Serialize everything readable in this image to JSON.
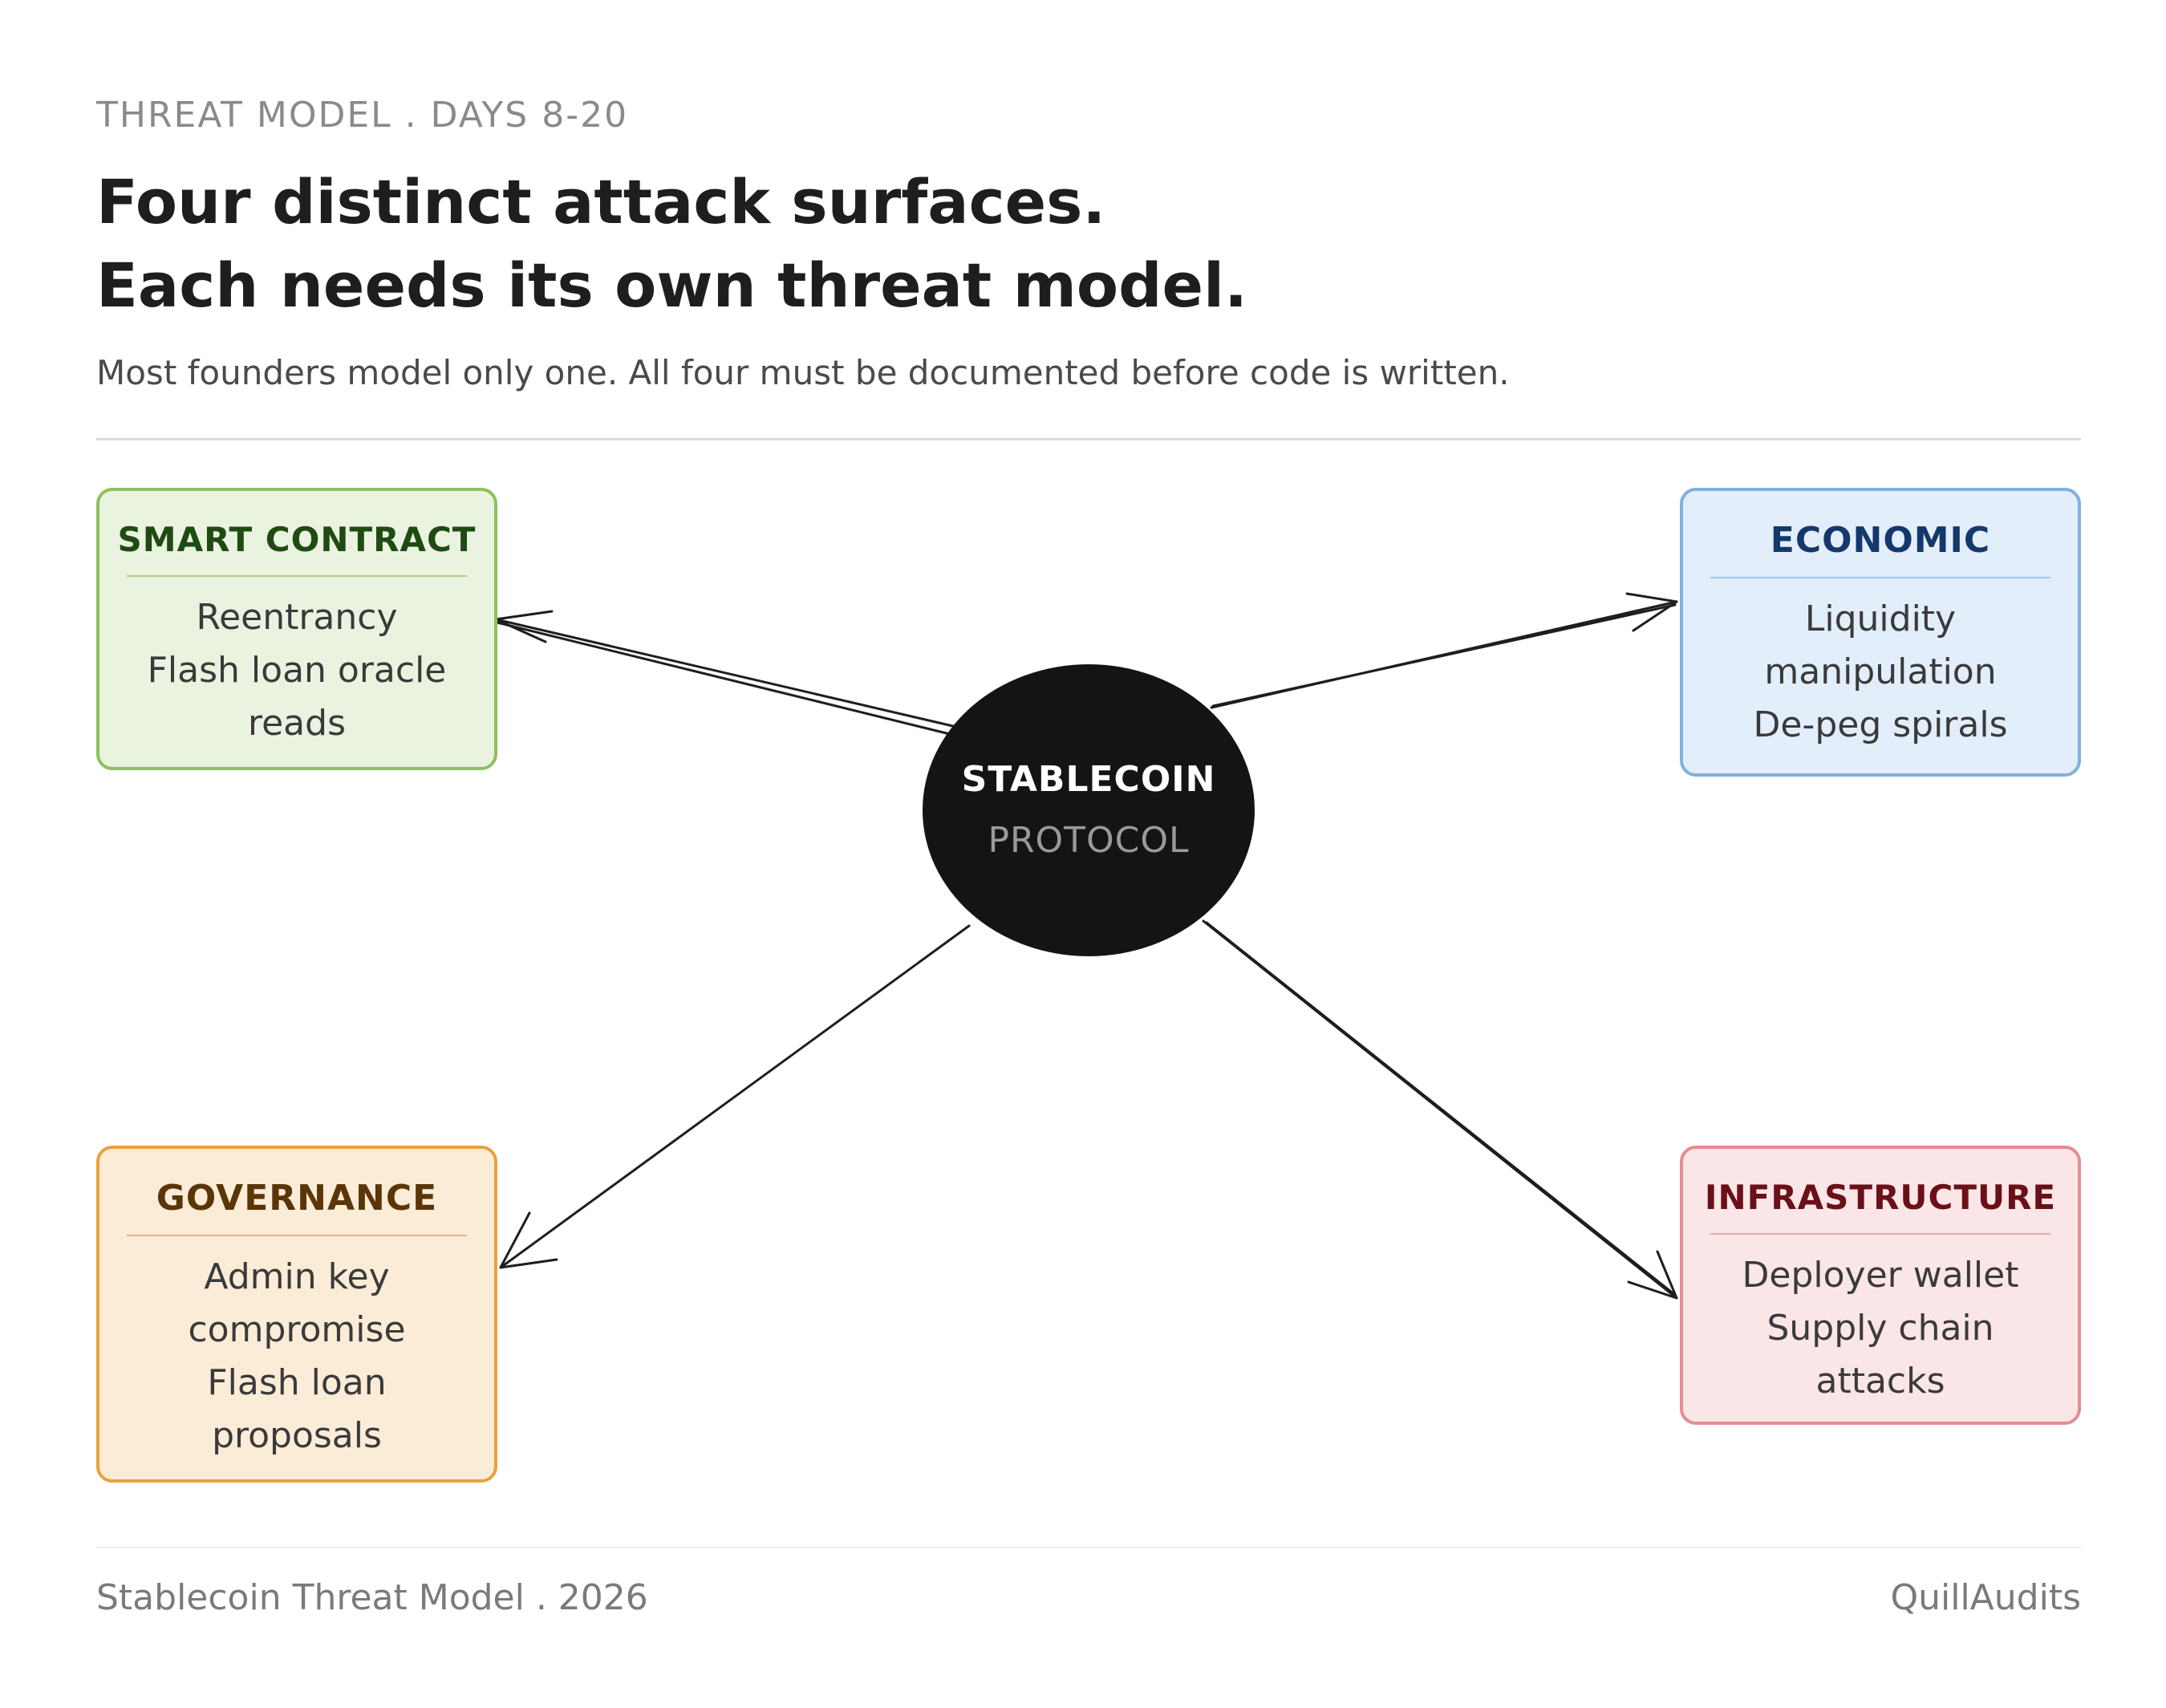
{
  "eyebrow": "THREAT MODEL . DAYS 8-20",
  "headline": {
    "line1": "Four distinct attack surfaces.",
    "line2": "Each needs its own threat model."
  },
  "subtitle": "Most founders model only one. All four must be documented before code is written.",
  "hub": {
    "line1": "STABLECOIN",
    "line2": "PROTOCOL",
    "color": "#141414"
  },
  "surfaces": {
    "smart_contract": {
      "title": "SMART CONTRACT",
      "lines": [
        "Reentrancy",
        "Flash loan oracle",
        "reads"
      ],
      "border_color": "#8fc15c",
      "fill_color": "#e9f3e0"
    },
    "economic": {
      "title": "ECONOMIC",
      "lines": [
        "Liquidity",
        "manipulation",
        "De-peg spirals"
      ],
      "border_color": "#7eb1e0",
      "fill_color": "#e3eefb"
    },
    "governance": {
      "title": "GOVERNANCE",
      "lines": [
        "Admin key",
        "compromise",
        "Flash loan",
        "proposals"
      ],
      "border_color": "#e7a23c",
      "fill_color": "#fbecd8"
    },
    "infrastructure": {
      "title": "INFRASTRUCTURE",
      "lines": [
        "Deployer wallet",
        "Supply chain",
        "attacks"
      ],
      "border_color": "#e58c92",
      "fill_color": "#fbe6e7"
    }
  },
  "footer": {
    "left": "Stablecoin Threat Model . 2026",
    "right": "QuillAudits"
  }
}
